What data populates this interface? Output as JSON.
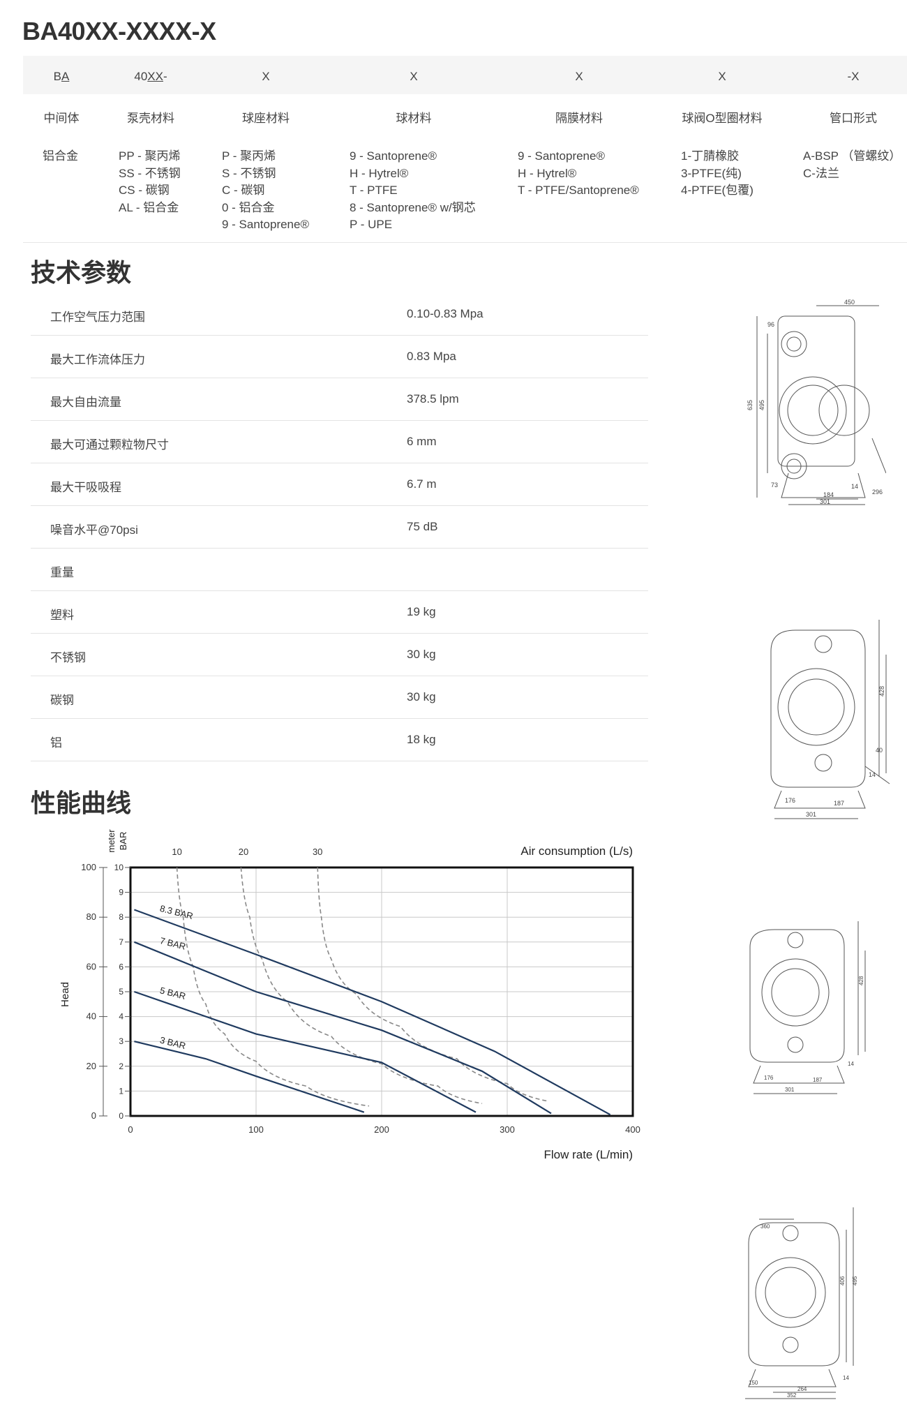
{
  "model_title": "BA40XX-XXXX-X",
  "code_table": {
    "columns": [
      {
        "code_pre": "B",
        "code_u": "A",
        "code_post": "",
        "label": "中间体",
        "options": [
          "铝合金"
        ]
      },
      {
        "code_pre": "40",
        "code_u": "XX",
        "code_post": "-",
        "label": "泵壳材料",
        "options": [
          "PP - 聚丙烯",
          "SS - 不锈钢",
          "CS - 碳钢",
          "AL - 铝合金"
        ]
      },
      {
        "code_pre": "X",
        "code_u": "",
        "code_post": "",
        "label": "球座材料",
        "options": [
          "P - 聚丙烯",
          "S - 不锈钢",
          "C - 碳钢",
          "0 - 铝合金",
          "9 - Santoprene®"
        ]
      },
      {
        "code_pre": "X",
        "code_u": "",
        "code_post": "",
        "label": "球材料",
        "options": [
          "9 - Santoprene®",
          "H - Hytrel®",
          "T - PTFE",
          "8 - Santoprene® w/钢芯",
          "P - UPE"
        ]
      },
      {
        "code_pre": "X",
        "code_u": "",
        "code_post": "",
        "label": "隔膜材料",
        "options": [
          "9 - Santoprene®",
          "H - Hytrel®",
          "T - PTFE/Santoprene®"
        ]
      },
      {
        "code_pre": "X",
        "code_u": "",
        "code_post": "",
        "label": "球阀O型圈材料",
        "options": [
          "1-丁腈橡胶",
          "3-PTFE(纯)",
          "4-PTFE(包覆)"
        ]
      },
      {
        "code_pre": "-X",
        "code_u": "",
        "code_post": "",
        "label": "管口形式",
        "options": [
          "A-BSP （管螺纹）",
          "C-法兰"
        ]
      }
    ]
  },
  "tech_params": {
    "title": "技术参数",
    "rows": [
      {
        "name": "工作空气压力范围",
        "value": "0.10-0.83 Mpa"
      },
      {
        "name": "最大工作流体压力",
        "value": "0.83 Mpa"
      },
      {
        "name": "最大自由流量",
        "value": "378.5 lpm"
      },
      {
        "name": "最大可通过颗粒物尺寸",
        "value": "6 mm"
      },
      {
        "name": "最大干吸吸程",
        "value": "6.7 m"
      },
      {
        "name": "噪音水平@70psi",
        "value": "75 dB"
      },
      {
        "name": "重量",
        "value": ""
      },
      {
        "name": "塑料",
        "value": "19 kg"
      },
      {
        "name": "不锈钢",
        "value": "30 kg"
      },
      {
        "name": "碳钢",
        "value": "30 kg"
      },
      {
        "name": "铝",
        "value": "18 kg"
      }
    ]
  },
  "performance": {
    "title": "性能曲线"
  },
  "drawings": [
    {
      "dims": [
        "450",
        "96",
        "635",
        "495",
        "184",
        "301",
        "14",
        "296",
        "73"
      ]
    },
    {
      "dims": [
        "428",
        "40",
        "14",
        "176",
        "187",
        "301"
      ]
    },
    {
      "dims": [
        "428",
        "14",
        "176",
        "187",
        "301"
      ]
    },
    {
      "dims": [
        "360",
        "406",
        "495",
        "150",
        "264",
        "352",
        "14"
      ]
    }
  ],
  "chart_data": {
    "type": "line",
    "xlabel": "Flow rate (L/min)",
    "ylabel_left": "Head",
    "unit_meter": "meter",
    "unit_bar": "BAR",
    "top_axis_label": "Air consumption (L/s)",
    "x_ticks": [
      0,
      100,
      200,
      300,
      400
    ],
    "xlim": [
      0,
      400
    ],
    "meter_ticks": [
      0,
      20,
      40,
      60,
      80,
      100
    ],
    "meter_lim": [
      0,
      100
    ],
    "bar_ticks": [
      0,
      1,
      2,
      3,
      4,
      5,
      6,
      7,
      8,
      9,
      10
    ],
    "bar_lim": [
      0,
      10
    ],
    "top_ticks": [
      {
        "label": "10",
        "x": 37
      },
      {
        "label": "20",
        "x": 90
      },
      {
        "label": "30",
        "x": 149
      }
    ],
    "grid": true,
    "series": [
      {
        "name": "8.3 BAR",
        "points": [
          [
            3,
            8.3
          ],
          [
            100,
            6.5
          ],
          [
            200,
            4.6
          ],
          [
            290,
            2.6
          ],
          [
            382,
            0.05
          ]
        ]
      },
      {
        "name": "7 BAR",
        "points": [
          [
            3,
            7.0
          ],
          [
            100,
            5.0
          ],
          [
            200,
            3.45
          ],
          [
            280,
            1.8
          ],
          [
            335,
            0.1
          ]
        ]
      },
      {
        "name": "5 BAR",
        "points": [
          [
            3,
            5.0
          ],
          [
            100,
            3.3
          ],
          [
            200,
            2.15
          ],
          [
            275,
            0.15
          ]
        ]
      },
      {
        "name": "3 BAR",
        "points": [
          [
            3,
            3.0
          ],
          [
            60,
            2.3
          ],
          [
            100,
            1.6
          ],
          [
            186,
            0.15
          ]
        ]
      }
    ],
    "air_curves": [
      {
        "label": "10",
        "points": [
          [
            37,
            10
          ],
          [
            42,
            8
          ],
          [
            50,
            6
          ],
          [
            60,
            4.5
          ],
          [
            75,
            3.3
          ],
          [
            100,
            2.2
          ],
          [
            140,
            1.2
          ],
          [
            190,
            0.4
          ]
        ]
      },
      {
        "label": "20",
        "points": [
          [
            88,
            10
          ],
          [
            95,
            8
          ],
          [
            105,
            6.3
          ],
          [
            125,
            4.6
          ],
          [
            160,
            3.2
          ],
          [
            200,
            2.1
          ],
          [
            245,
            1.2
          ],
          [
            280,
            0.5
          ]
        ]
      },
      {
        "label": "30",
        "points": [
          [
            149,
            10
          ],
          [
            152,
            8
          ],
          [
            160,
            6.3
          ],
          [
            180,
            4.9
          ],
          [
            215,
            3.6
          ],
          [
            260,
            2.3
          ],
          [
            300,
            1.3
          ],
          [
            332,
            0.6
          ]
        ]
      }
    ]
  }
}
